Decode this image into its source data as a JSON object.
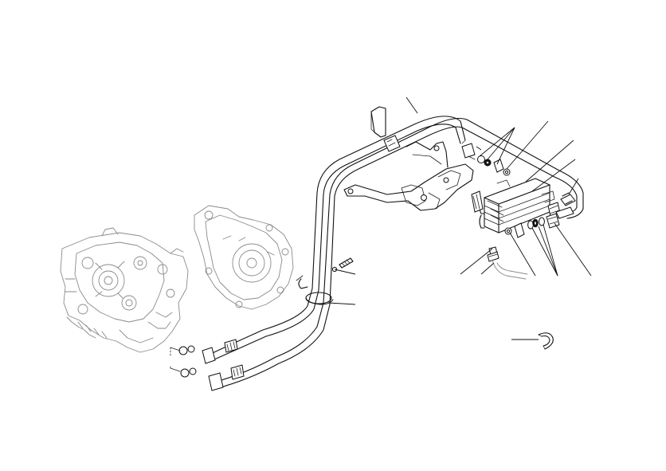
{
  "diagram": {
    "kind": "exploded-parts-view",
    "colors": {
      "line": "#111111",
      "ghost": "#8a8a8a",
      "background": "#ffffff"
    },
    "parts": [
      "crankcase",
      "alternator-cover",
      "oil-cooler-hose-upper",
      "oil-cooler-hose-lower",
      "hose-clamp",
      "mounting-bracket",
      "oil-cooler",
      "fitting-washers",
      "banjo-bolts",
      "hose-union",
      "retaining-clip"
    ]
  }
}
